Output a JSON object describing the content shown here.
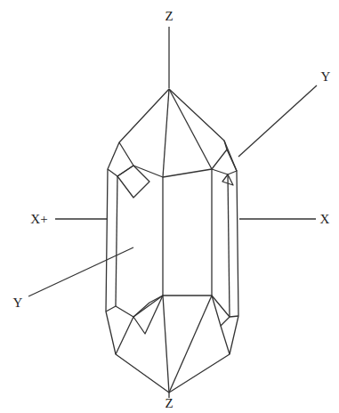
{
  "diagram": {
    "labels": [
      "Z",
      "Y",
      "X+",
      "X",
      "Y",
      "Z"
    ]
  }
}
